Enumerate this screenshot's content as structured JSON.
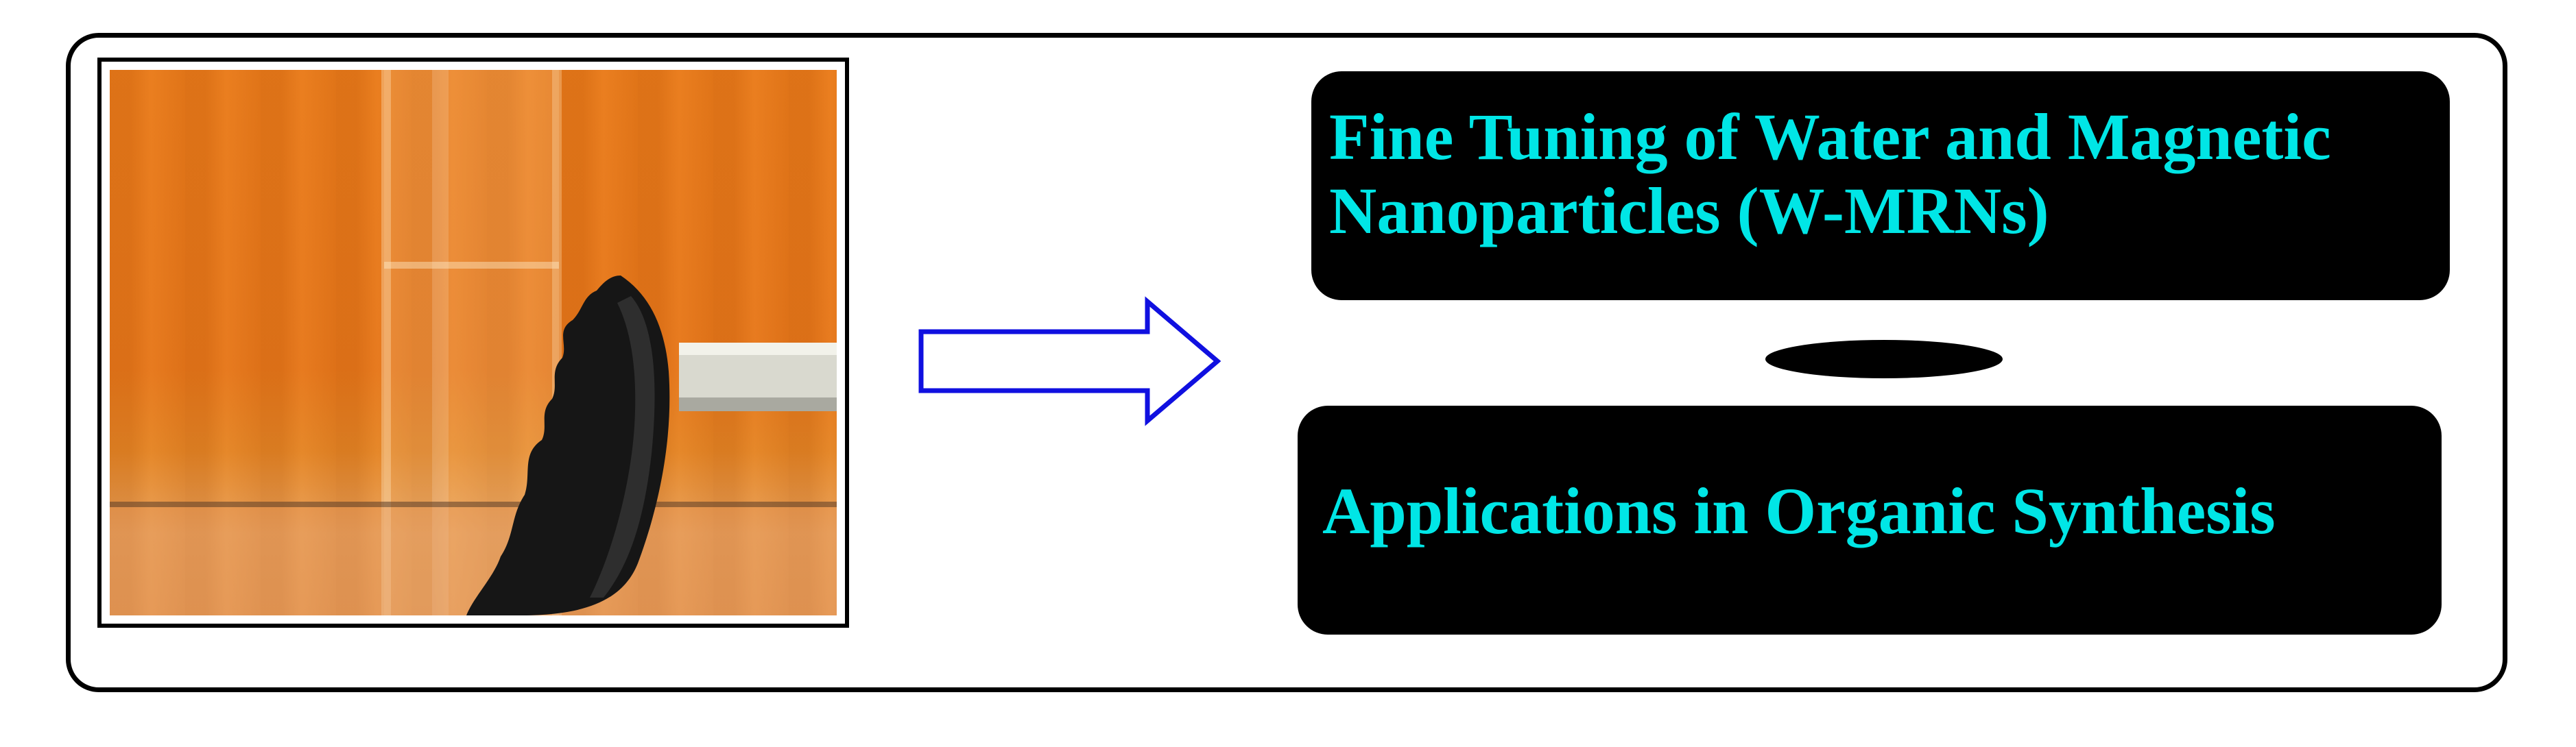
{
  "boxes": {
    "title_line1": "Fine Tuning of Water and Magnetic",
    "title_line2": "Nanoparticles (W-MRNs)",
    "applications": "Applications in Organic Synthesis"
  },
  "photo": {
    "description_icon": "test-tube-with-magnetic-nanoparticles-icon"
  },
  "arrow": {
    "icon": "right-arrow-icon",
    "color": "#1010e0"
  },
  "colors": {
    "text_accent": "#00e6e6",
    "box_fill": "#000000"
  }
}
